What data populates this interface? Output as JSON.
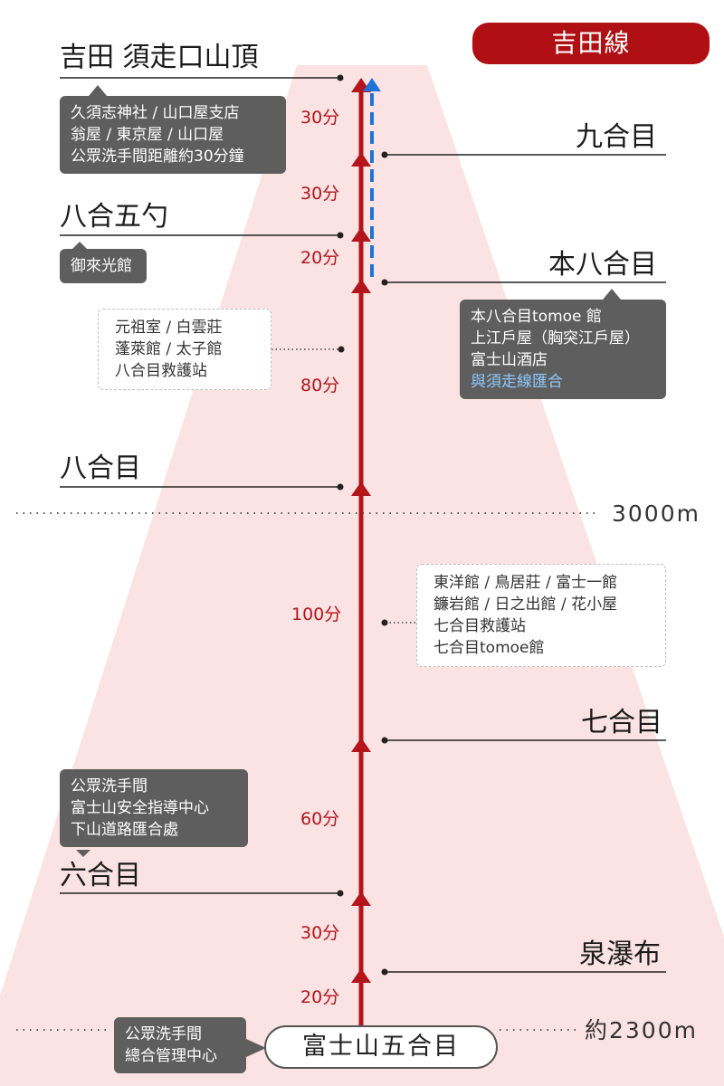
{
  "route_badge": "吉田線",
  "stations": {
    "summit": "吉田 須走口山頂",
    "kyugome": "九合目",
    "hachigo_goshaku": "八合五勺",
    "hon_hachigome": "本八合目",
    "hachigome": "八合目",
    "nanagome": "七合目",
    "rokugome": "六合目",
    "izumigataki": "泉瀑布",
    "gogome": "富士山五合目"
  },
  "times": [
    "30分",
    "30分",
    "20分",
    "80分",
    "100分",
    "60分",
    "30分",
    "20分"
  ],
  "altitudes": {
    "m3000": "3000m",
    "m2300": "約2300m"
  },
  "facilities": {
    "summit": [
      "久須志神社 / 山口屋支店",
      "翁屋 / 東京屋 / 山口屋",
      "公眾洗手間距離約30分鐘"
    ],
    "hachigo_goshaku": [
      "御來光館"
    ],
    "hon_hachigome": [
      "本八合目tomoe 館",
      "上江戶屋（胸突江戶屋）",
      "富士山酒店"
    ],
    "hon_hachigome_note": "與須走線匯合",
    "between_8": [
      "元祖室 / 白雲莊",
      "蓬萊館 / 太子館",
      "八合目救護站"
    ],
    "seventh": [
      "東洋館 / 鳥居莊 / 富士一館",
      "鐮岩館 / 日之出館 / 花小屋",
      "七合目救護站",
      "七合目tomoe館"
    ],
    "rokugome": [
      "公眾洗手間",
      "富士山安全指導中心",
      "下山道路匯合處"
    ],
    "gogome": [
      "公眾洗手間",
      "總合管理中心"
    ]
  },
  "colors": {
    "badge": "#b00f13",
    "route_line": "#b3151b",
    "descent_line": "#1f73d6",
    "mountain": "#fbe3e3",
    "dark_box": "#5e5e5e",
    "note_link": "#8ec9ff"
  }
}
